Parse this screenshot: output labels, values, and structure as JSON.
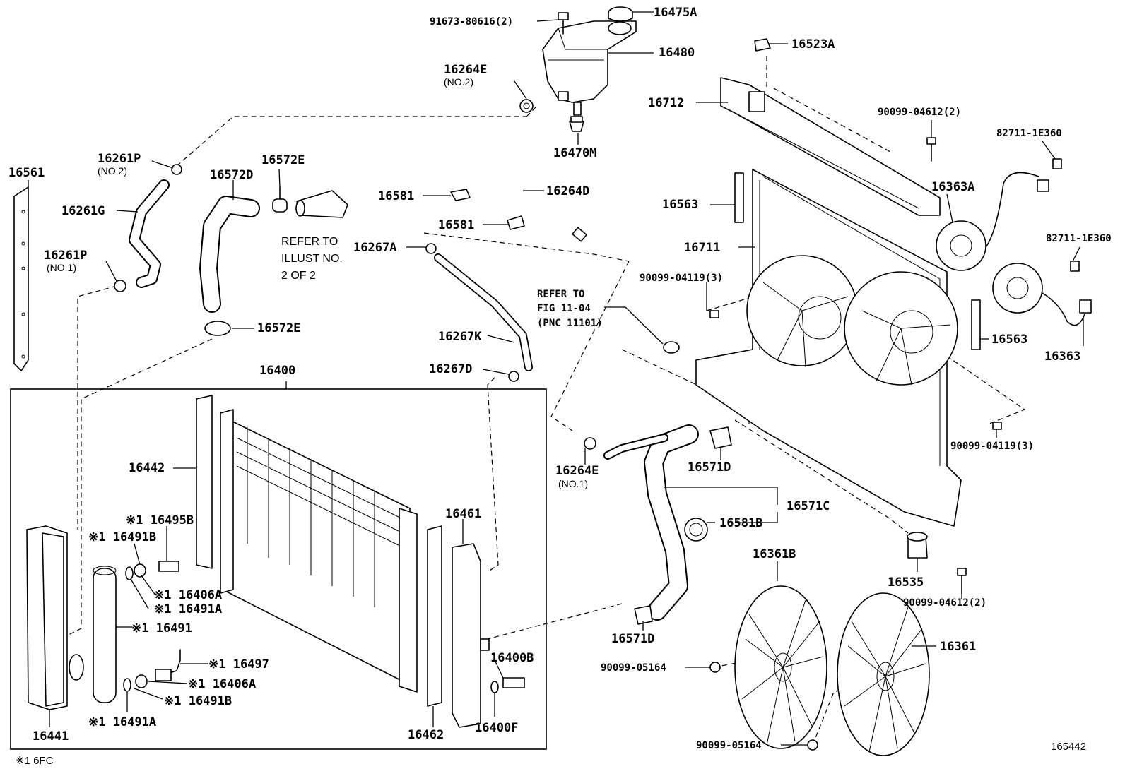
{
  "labels": {
    "p91673": "91673-80616(2)",
    "p16475A": "16475A",
    "p16480": "16480",
    "p16523A": "16523A",
    "p16264E_top": "16264E",
    "p16264E_top_sub": "(NO.2)",
    "p16712": "16712",
    "p90099_04612_top": "90099-04612(2)",
    "p82711_top": "82711-1E360",
    "p16470M": "16470M",
    "p16261P_top": "16261P",
    "p16261P_top_sub": "(NO.2)",
    "p16572E_top": "16572E",
    "p16572D": "16572D",
    "p16561": "16561",
    "p16261G": "16261G",
    "p16581_a": "16581",
    "p16264D": "16264D",
    "p16563_left": "16563",
    "p16363A": "16363A",
    "p16581_b": "16581",
    "p16267A": "16267A",
    "p16261P_bot": "16261P",
    "p16261P_bot_sub": "(NO.1)",
    "ref_illust_1": "REFER TO",
    "ref_illust_2": "ILLUST NO.",
    "ref_illust_3": "2 OF 2",
    "p16711": "16711",
    "p82711_bot": "82711-1E360",
    "p90099_04119_top": "90099-04119(3)",
    "ref_fig_1": "REFER TO",
    "ref_fig_2": "FIG 11-04",
    "ref_fig_3": "(PNC 11101)",
    "p16572E_bot": "16572E",
    "p16267K": "16267K",
    "p16563_right": "16563",
    "p16363": "16363",
    "p16400": "16400",
    "p16267D": "16267D",
    "p90099_04119_bot": "90099-04119(3)",
    "p16264E_bot": "16264E",
    "p16264E_bot_sub": "(NO.1)",
    "p16571D_top": "16571D",
    "p16442": "16442",
    "p16571C": "16571C",
    "p16461": "16461",
    "p16495B": "※1 16495B",
    "p16491B_top": "※1 16491B",
    "p16581B": "16581B",
    "p16361B": "16361B",
    "p16535": "16535",
    "p16406A_top": "※1 16406A",
    "p16491A_top": "※1 16491A",
    "p90099_04612_bot": "90099-04612(2)",
    "p16491": "※1 16491",
    "p16571D_bot": "16571D",
    "p16361": "16361",
    "p16400B": "16400B",
    "p16497": "※1 16497",
    "p90099_05164_top": "90099-05164",
    "p16406A_bot": "※1 16406A",
    "p16491B_bot": "※1 16491B",
    "p16491A_bot": "※1 16491A",
    "p16400F": "16400F",
    "p16441": "16441",
    "p16462": "16462",
    "p90099_05164_bot": "90099-05164",
    "footnote": "※1 6FC",
    "figure_id": "165442"
  }
}
